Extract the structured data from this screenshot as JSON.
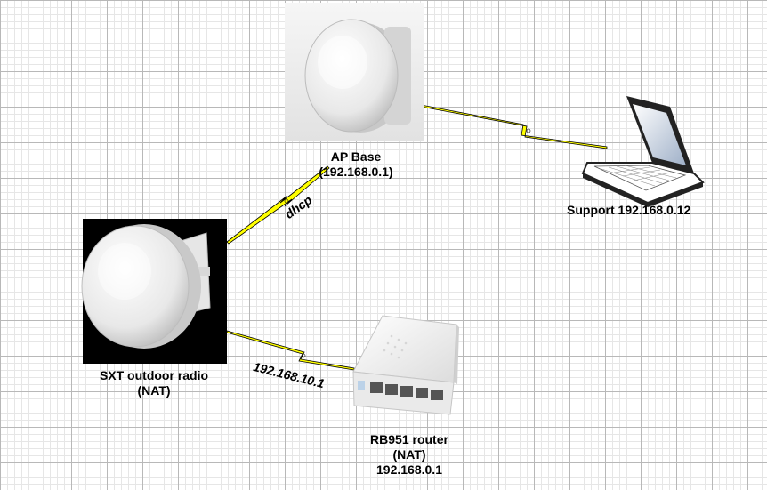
{
  "nodes": {
    "ap_base": {
      "name": "AP Base",
      "ip": "(192.168.0.1)"
    },
    "support": {
      "label": "Support 192.168.0.12"
    },
    "sxt": {
      "name": "SXT outdoor radio",
      "mode": "(NAT)"
    },
    "rb951": {
      "name": "RB951 router",
      "mode": "(NAT)",
      "ip": "192.168.0.1"
    }
  },
  "links": {
    "sxt_ap": "dhcp",
    "sxt_rb951": "192.168.10.1"
  },
  "colors": {
    "wireless_link": "#ffff00",
    "link_outline": "#000000"
  }
}
